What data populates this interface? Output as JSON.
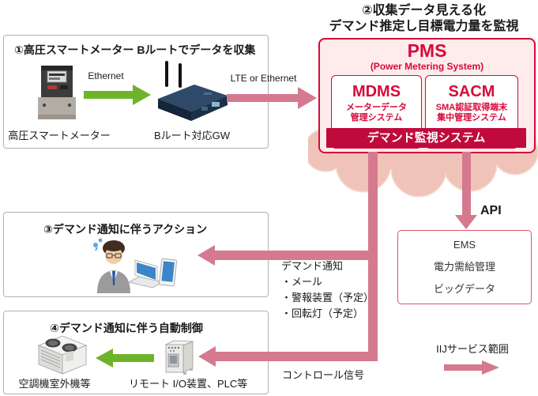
{
  "diagram": {
    "header": {
      "line1": "②収集データ見える化",
      "line2": "デマンド推定し目標電力量を監視"
    },
    "step1": {
      "title": "①高圧スマートメーター Bルートでデータを収集",
      "ethernet_label": "Ethernet",
      "meter_label": "高圧スマートメーター",
      "gw_label": "Bルート対応GW"
    },
    "lte_label": "LTE or Ethernet",
    "pms": {
      "title": "PMS",
      "subtitle": "(Power Metering System)",
      "mdms_title": "MDMS",
      "mdms_desc1": "メーターデータ",
      "mdms_desc2": "管理システム",
      "sacm_title": "SACM",
      "sacm_desc1": "SMA認証取得端末",
      "sacm_desc2": "集中管理システム",
      "bar_label": "デマンド監視システム"
    },
    "api_label": "API",
    "ems": {
      "line1": "EMS",
      "line2": "電力需給管理",
      "line3": "ビッグデータ"
    },
    "step3": {
      "title": "③デマンド通知に伴うアクション"
    },
    "notify_lines": [
      "デマンド通知",
      "・メール",
      "・警報装置（予定）",
      "・回転灯（予定）"
    ],
    "step4": {
      "title": "④デマンド通知に伴う自動制御",
      "ac_label": "空調機室外機等",
      "io_label": "リモート I/O装置、PLC等"
    },
    "control_label": "コントロール信号",
    "legend_label": "IIJサービス範囲",
    "colors": {
      "accent_pink": "#d5798f",
      "green": "#6fb32b",
      "red": "#d6093a",
      "dark_red": "#c00a3c",
      "pms_fill": "#fdeceb",
      "cloud": "#efc3b8"
    }
  }
}
